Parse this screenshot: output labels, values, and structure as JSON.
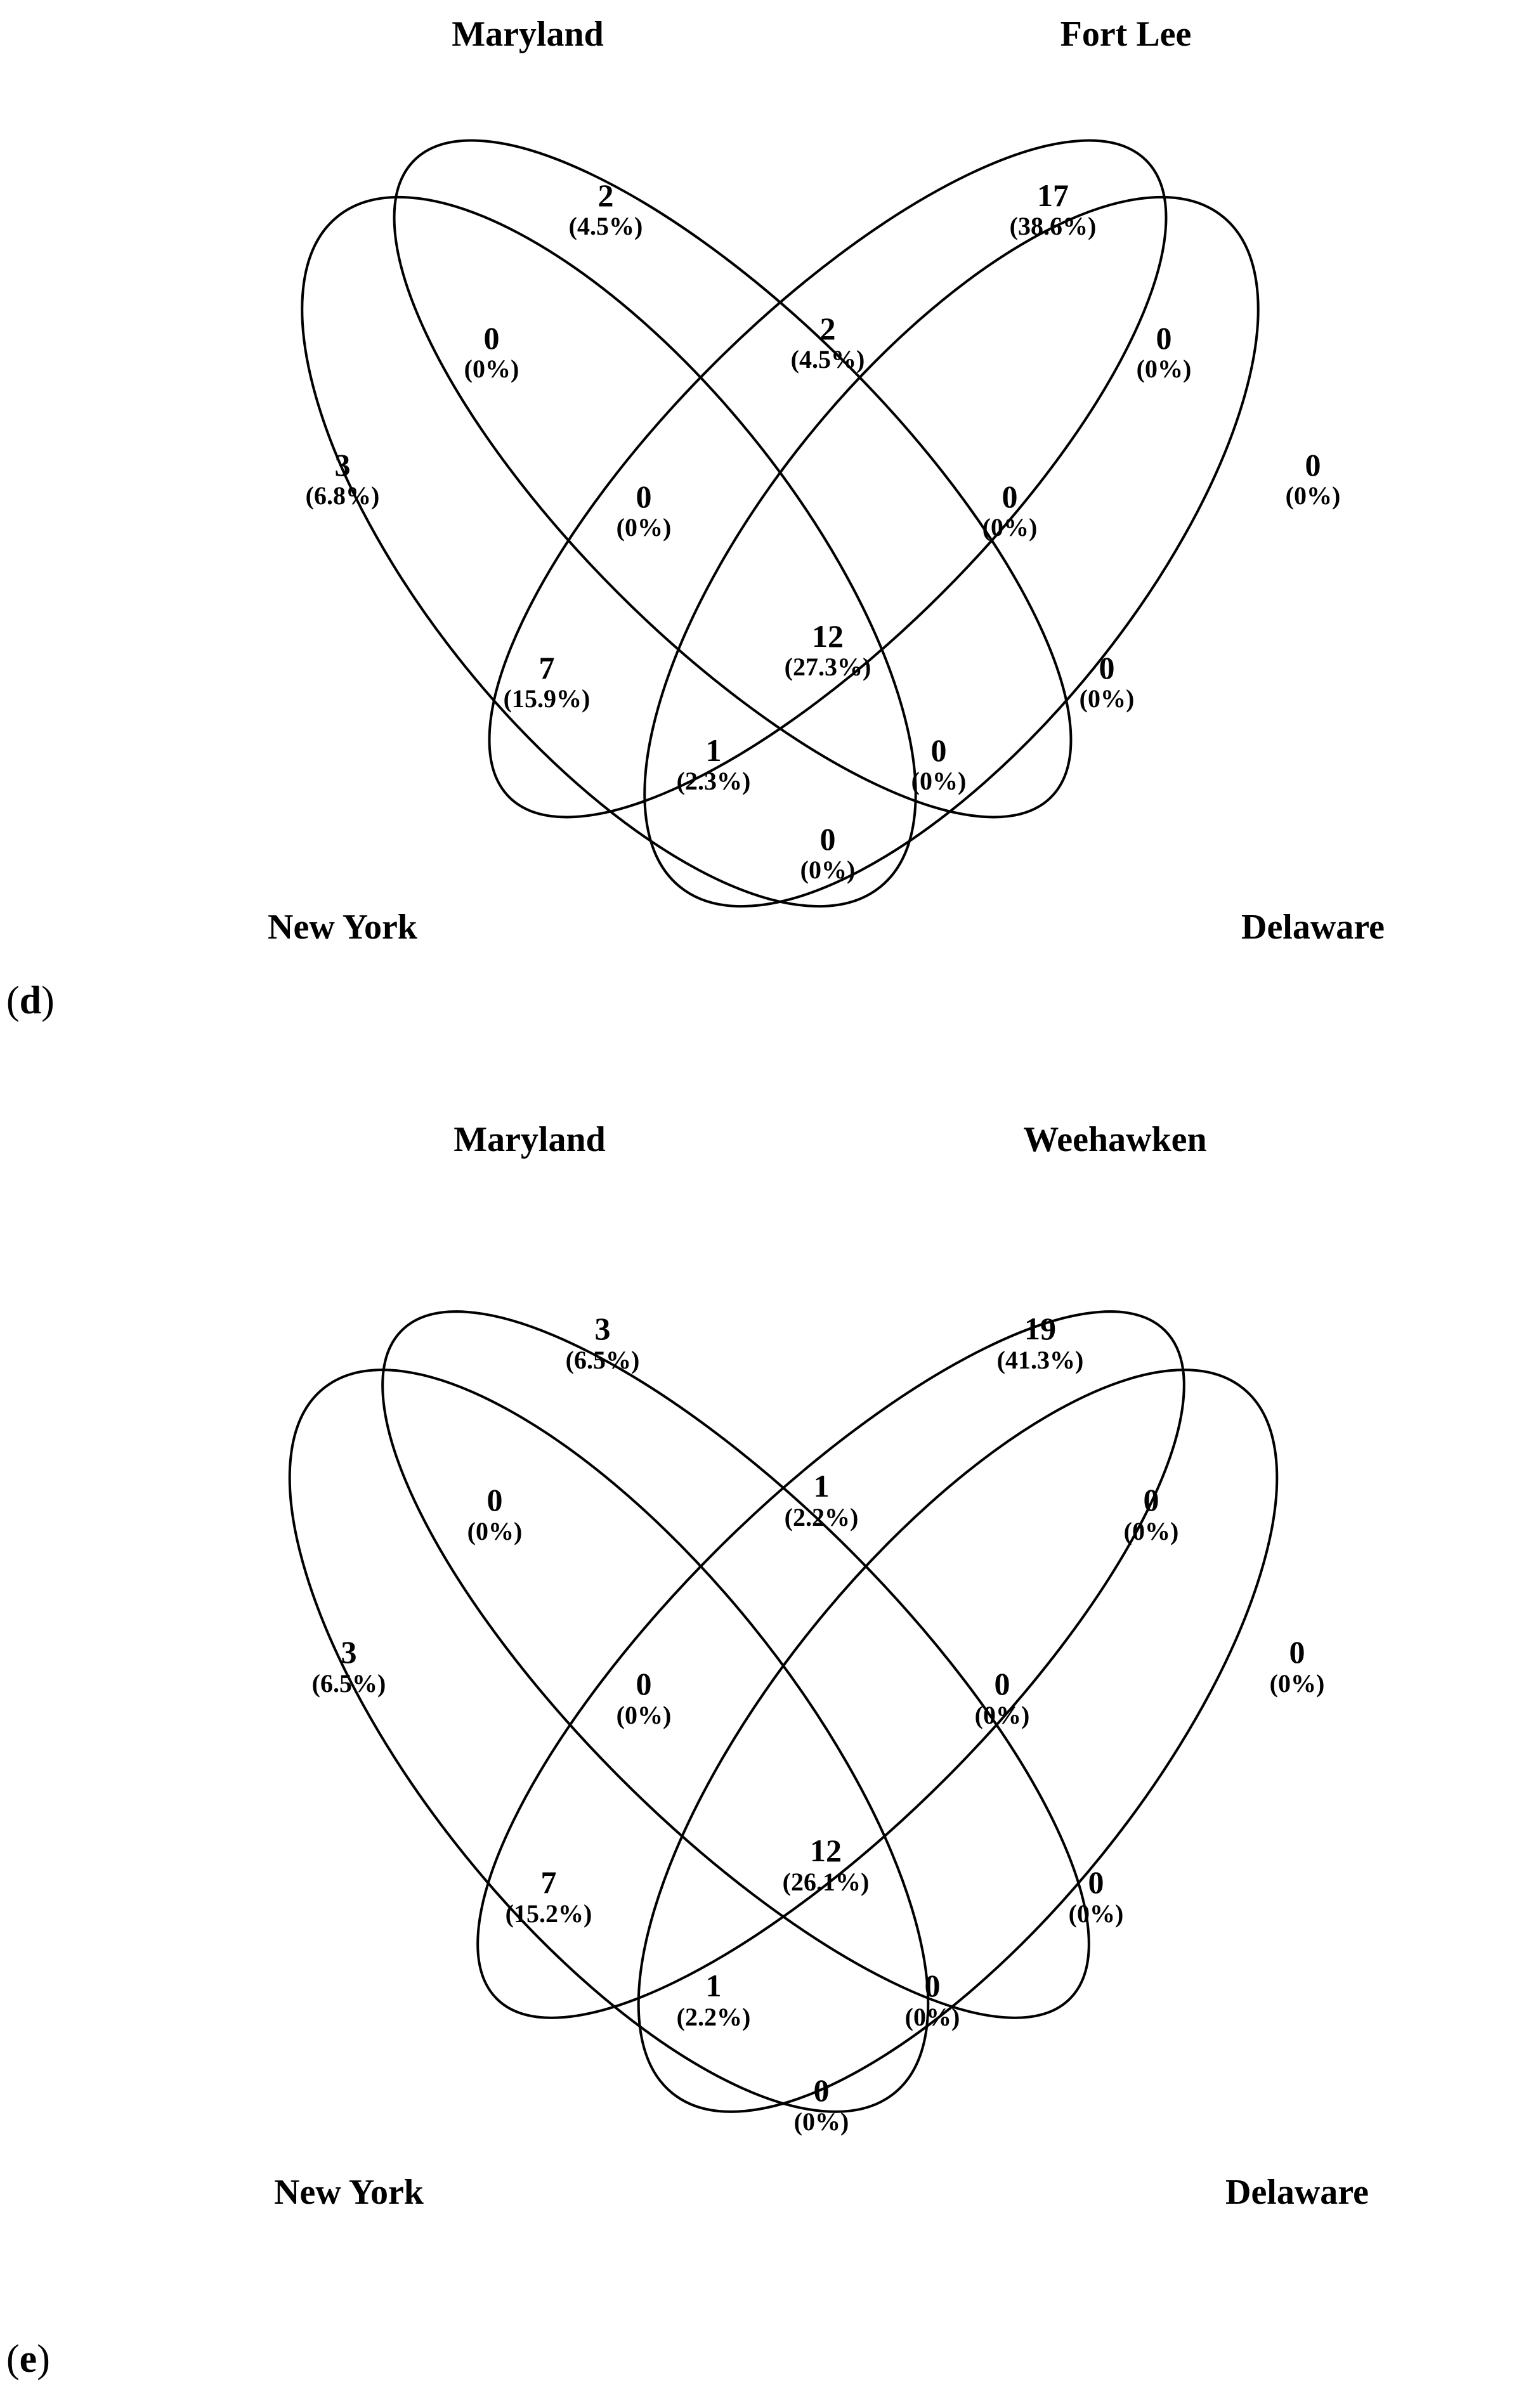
{
  "panels": [
    {
      "tag": "d",
      "sets": {
        "top_left": "Maryland",
        "top_right": "Fort Lee",
        "bottom_left": "New York",
        "bottom_right": "Delaware"
      },
      "regions": {
        "maryland_only": {
          "count": "2",
          "pct": "(4.5%)"
        },
        "fortlee_only": {
          "count": "17",
          "pct": "(38.6%)"
        },
        "newyork_maryland": {
          "count": "0",
          "pct": "(0%)"
        },
        "maryland_fortlee": {
          "count": "2",
          "pct": "(4.5%)"
        },
        "fortlee_delaware": {
          "count": "0",
          "pct": "(0%)"
        },
        "newyork_only": {
          "count": "3",
          "pct": "(6.8%)"
        },
        "newyork_maryland_fortlee": {
          "count": "0",
          "pct": "(0%)"
        },
        "maryland_fortlee_delaware": {
          "count": "0",
          "pct": "(0%)"
        },
        "delaware_only": {
          "count": "0",
          "pct": "(0%)"
        },
        "newyork_fortlee": {
          "count": "7",
          "pct": "(15.9%)"
        },
        "all_four": {
          "count": "12",
          "pct": "(27.3%)"
        },
        "maryland_delaware": {
          "count": "0",
          "pct": "(0%)"
        },
        "newyork_fortlee_delaware": {
          "count": "1",
          "pct": "(2.3%)"
        },
        "newyork_maryland_delaware": {
          "count": "0",
          "pct": "(0%)"
        },
        "newyork_delaware": {
          "count": "0",
          "pct": "(0%)"
        }
      }
    },
    {
      "tag": "e",
      "sets": {
        "top_left": "Maryland",
        "top_right": "Weehawken",
        "bottom_left": "New York",
        "bottom_right": "Delaware"
      },
      "regions": {
        "maryland_only": {
          "count": "3",
          "pct": "(6.5%)"
        },
        "fortlee_only": {
          "count": "19",
          "pct": "(41.3%)"
        },
        "newyork_maryland": {
          "count": "0",
          "pct": "(0%)"
        },
        "maryland_fortlee": {
          "count": "1",
          "pct": "(2.2%)"
        },
        "fortlee_delaware": {
          "count": "0",
          "pct": "(0%)"
        },
        "newyork_only": {
          "count": "3",
          "pct": "(6.5%)"
        },
        "newyork_maryland_fortlee": {
          "count": "0",
          "pct": "(0%)"
        },
        "maryland_fortlee_delaware": {
          "count": "0",
          "pct": "(0%)"
        },
        "delaware_only": {
          "count": "0",
          "pct": "(0%)"
        },
        "newyork_fortlee": {
          "count": "7",
          "pct": "(15.2%)"
        },
        "all_four": {
          "count": "12",
          "pct": "(26.1%)"
        },
        "maryland_delaware": {
          "count": "0",
          "pct": "(0%)"
        },
        "newyork_fortlee_delaware": {
          "count": "1",
          "pct": "(2.2%)"
        },
        "newyork_maryland_delaware": {
          "count": "0",
          "pct": "(0%)"
        },
        "newyork_delaware": {
          "count": "0",
          "pct": "(0%)"
        }
      }
    }
  ]
}
